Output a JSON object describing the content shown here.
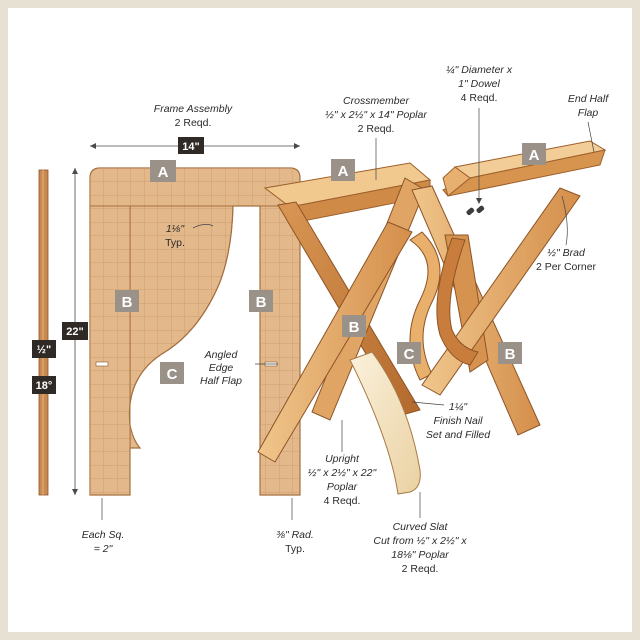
{
  "labels": {
    "frame_assembly": "Frame Assembly",
    "frame_reqd": "2 Reqd.",
    "crossmember": "Crossmember",
    "crossmember_size": "½\" x 2½\" x 14\" Poplar",
    "crossmember_reqd": "2 Reqd.",
    "dowel_diameter": "¼\" Diameter x",
    "dowel_length": "1\" Dowel",
    "dowel_reqd": "4 Reqd.",
    "end_half": "End Half",
    "flap": "Flap",
    "brad": "½\" Brad",
    "brad_per": "2 Per Corner",
    "typ_1": "1⅛\"",
    "typ_1_sub": "Typ.",
    "angled": "Angled",
    "edge": "Edge",
    "half_flap": "Half Flap",
    "finish_nail": "1¼\"",
    "finish_nail_2": "Finish Nail",
    "finish_nail_3": "Set and Filled",
    "upright": "Upright",
    "upright_size": "½\" x 2½\" x 22\"",
    "upright_mat": "Poplar",
    "upright_reqd": "4 Reqd.",
    "each_sq": "Each Sq.",
    "each_sq_val": "= 2\"",
    "rad": "⅜\" Rad.",
    "rad_typ": "Typ.",
    "curved_slat": "Curved Slat",
    "curved_slat_2": "Cut from ½\" x 2½\" x",
    "curved_slat_3": "18⅛\" Poplar",
    "curved_slat_reqd": "2 Reqd."
  },
  "dims": {
    "width": "14\"",
    "height": "22\"",
    "thickness": "½\"",
    "angle": "18°"
  },
  "parts": {
    "a": "A",
    "b": "B",
    "c": "C"
  },
  "colors": {
    "wood_light": "#e9b577",
    "wood_mid": "#d99b58",
    "wood_dark": "#b86d2f",
    "grid_wood": "#d8a878",
    "tag_gray": "#9a9188",
    "dim_dark": "#2f2a26",
    "pale_wood": "#f4e4c6"
  }
}
